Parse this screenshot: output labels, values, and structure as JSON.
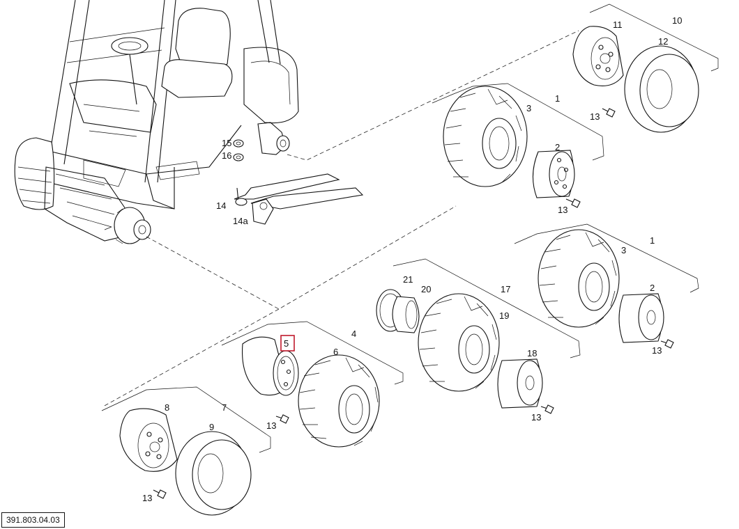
{
  "document_ref": "391.803.04.03",
  "highlighted_callout": "5",
  "highlight_color": "#c0192c",
  "callouts": {
    "c1_top": "1",
    "c2_top": "2",
    "c3_top": "3",
    "c10": "10",
    "c11": "11",
    "c12": "12",
    "c13_a": "13",
    "c13_b": "13",
    "c13_c": "13",
    "c13_d": "13",
    "c13_e": "13",
    "c13_f": "13",
    "c14": "14",
    "c14a": "14a",
    "c15": "15",
    "c16": "16",
    "c1_mid": "1",
    "c2_mid": "2",
    "c3_mid": "3",
    "c17": "17",
    "c18": "18",
    "c19": "19",
    "c20": "20",
    "c21": "21",
    "c4": "4",
    "c5": "5",
    "c6": "6",
    "c7": "7",
    "c8": "8",
    "c9": "9"
  }
}
